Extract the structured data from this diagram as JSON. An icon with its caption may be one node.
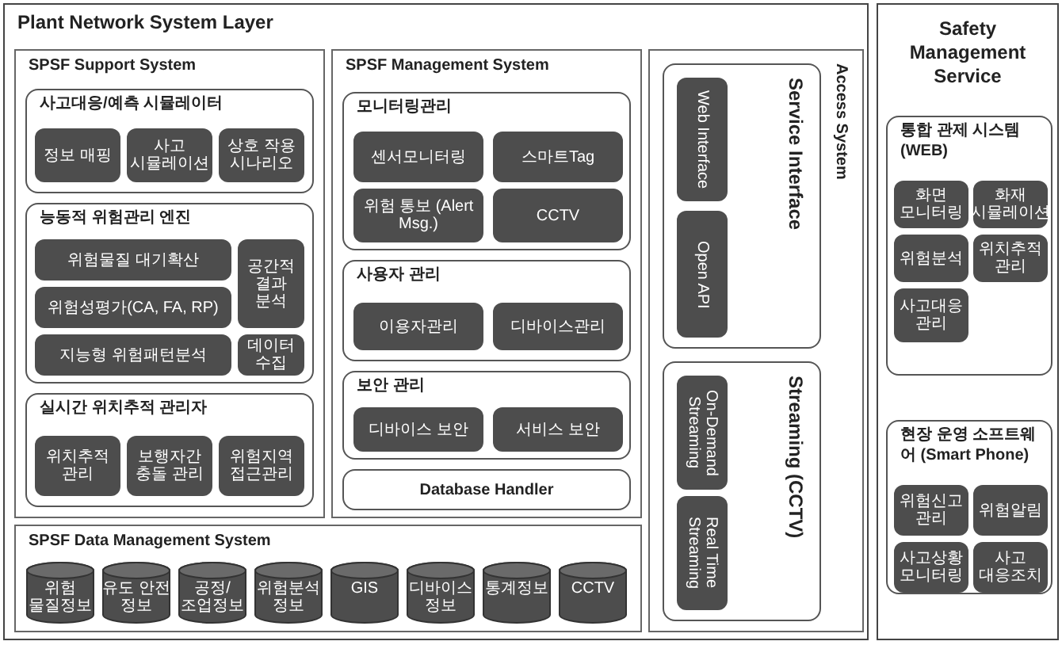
{
  "diagram": {
    "nodes": [
      {
        "text": [
          "Plant Network System Layer"
        ]
      },
      {
        "text": [
          "SPSF Support System"
        ],
        "in": 0
      },
      {
        "text": [
          "사고대응/예측 시뮬레이터"
        ],
        "in": 1
      },
      {
        "text": [
          "정보 매핑"
        ],
        "in": 2
      },
      {
        "text": [
          "사고 시뮬레이션"
        ],
        "in": 2
      },
      {
        "text": [
          "상호 작용 시나리오"
        ],
        "in": 2
      },
      {
        "text": [
          "능동적 위험관리 엔진"
        ],
        "in": 1
      },
      {
        "text": [
          "위험물질 대기확산"
        ],
        "in": 6
      },
      {
        "text": [
          "공간적 결과 분석"
        ],
        "in": 6
      },
      {
        "text": [
          "위험성평가(CA, FA, RP)"
        ],
        "in": 6
      },
      {
        "text": [
          "지능형 위험패턴분석"
        ],
        "in": 6
      },
      {
        "text": [
          "데이터 수집"
        ],
        "in": 6
      },
      {
        "text": [
          "실시간 위치추적 관리자"
        ],
        "in": 1
      },
      {
        "text": [
          "위치추적 관리"
        ],
        "in": 12
      },
      {
        "text": [
          "보행자간 충돌 관리"
        ],
        "in": 12
      },
      {
        "text": [
          "위험지역 접근관리"
        ],
        "in": 12
      },
      {
        "text": [
          "SPSF Management System"
        ],
        "in": 0
      },
      {
        "text": [
          "모니터링관리"
        ],
        "in": 16
      },
      {
        "text": [
          "센서모니터링"
        ],
        "in": 17
      },
      {
        "text": [
          "스마트Tag"
        ],
        "in": 17
      },
      {
        "text": [
          "위험 통보 (Alert Msg.)"
        ],
        "in": 17
      },
      {
        "text": [
          "CCTV"
        ],
        "in": 17
      },
      {
        "text": [
          "사용자 관리"
        ],
        "in": 16
      },
      {
        "text": [
          "이용자관리"
        ],
        "in": 22
      },
      {
        "text": [
          "디바이스관리"
        ],
        "in": 22
      },
      {
        "text": [
          "보안 관리"
        ],
        "in": 16
      },
      {
        "text": [
          "디바이스 보안"
        ],
        "in": 25
      },
      {
        "text": [
          "서비스 보안"
        ],
        "in": 25
      },
      {
        "text": [
          "Database Handler"
        ],
        "in": 16
      },
      {
        "text": [
          "Access System"
        ],
        "in": 0
      },
      {
        "text": [
          "Service Interface"
        ],
        "in": 29
      },
      {
        "text": [
          "Web Interface"
        ],
        "in": 30
      },
      {
        "text": [
          "Open API"
        ],
        "in": 30
      },
      {
        "text": [
          "Streaming (CCTV)"
        ],
        "in": 29
      },
      {
        "text": [
          "On-Demand Streaming"
        ],
        "in": 33
      },
      {
        "text": [
          "Real Time Streaming"
        ],
        "in": 33
      },
      {
        "text": [
          "SPSF Data Management System"
        ],
        "in": 0
      },
      {
        "text": [
          "위험 물질정보"
        ],
        "in": 36
      },
      {
        "text": [
          "유도 안전 정보"
        ],
        "in": 36
      },
      {
        "text": [
          "공정/ 조업정보"
        ],
        "in": 36
      },
      {
        "text": [
          "위험분석 정보"
        ],
        "in": 36
      },
      {
        "text": [
          "GIS"
        ],
        "in": 36
      },
      {
        "text": [
          "디바이스 정보"
        ],
        "in": 36
      },
      {
        "text": [
          "통계정보"
        ],
        "in": 36
      },
      {
        "text": [
          "CCTV"
        ],
        "in": 36
      },
      {
        "text": [
          "Safety Management Service"
        ]
      },
      {
        "text": [
          "통합 관제 시스템 (WEB)"
        ],
        "in": 45
      },
      {
        "text": [
          "화면 모니터링"
        ],
        "in": 46
      },
      {
        "text": [
          "화재 시뮬레이션"
        ],
        "in": 46
      },
      {
        "text": [
          "위험분석"
        ],
        "in": 46
      },
      {
        "text": [
          "위치추적 관리"
        ],
        "in": 46
      },
      {
        "text": [
          "사고대응 관리"
        ],
        "in": 46
      },
      {
        "text": [
          "현장 운영 소프트웨어 (Smart Phone)"
        ],
        "in": 45
      },
      {
        "text": [
          "위험신고 관리"
        ],
        "in": 52
      },
      {
        "text": [
          "위험알림"
        ],
        "in": 52
      },
      {
        "text": [
          "사고상황 모니터링"
        ],
        "in": 52
      },
      {
        "text": [
          "사고 대응조치"
        ],
        "in": 52
      }
    ]
  }
}
